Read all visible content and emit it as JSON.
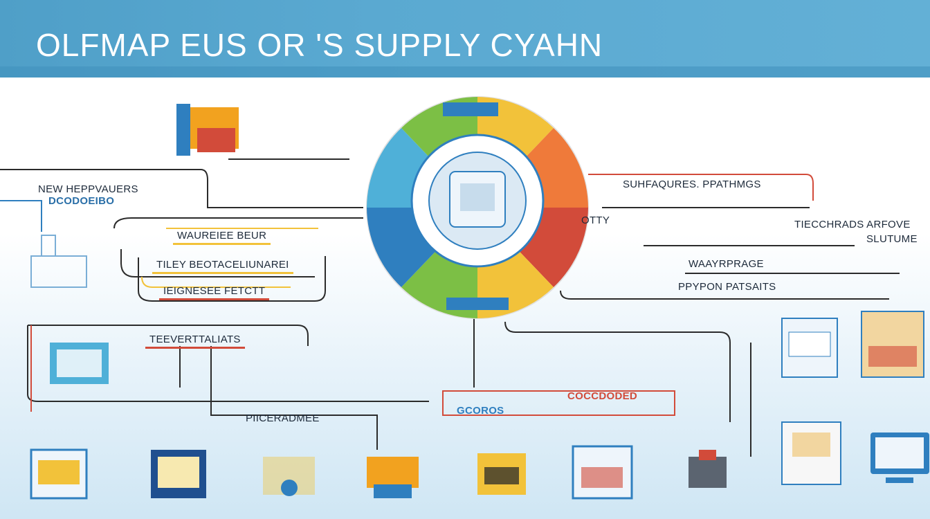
{
  "header": {
    "title": "OLFMAP EUS OR 'S SUPPLY CYAHN"
  },
  "colors": {
    "banner": "#4f9fc8",
    "accent_red": "#d24b3a",
    "accent_yellow": "#f2c23a",
    "accent_green": "#7cbf45",
    "accent_blue": "#2f7fbf",
    "line": "#2b2b2b"
  },
  "labels": {
    "left_top": "NEW HEPPVAUERS",
    "left_top_sub": "DCODOEIBO",
    "mid_one": "WAUREIEE BEUR",
    "mid_two": "TILEY BEOTACELIUNAREI",
    "mid_three": "IEIGNESEE FETCTT",
    "mid_four": "TEEVERTTALIATS",
    "bottom_center": "PIICERADMEE",
    "bottom_right_center": "COCCDODED",
    "bottom_right_center_sub": "GCOROS",
    "right_top": "SUHFAQURES. PPATHMGS",
    "right_one": "OTTY",
    "right_two": "TIECCHRADS ARFOVE",
    "right_two_sub": "SLUTUME",
    "right_three": "WAAYRPRAGE",
    "right_four": "PPYPON PATSAITS"
  },
  "icons": [
    "package-icon",
    "factory-icon",
    "laptop-icon",
    "warehouse-icon",
    "truck-icon",
    "store-icon",
    "monitor-icon",
    "forklift-icon",
    "building-icon",
    "delivery-icon",
    "shelf-icon",
    "computer-icon"
  ]
}
